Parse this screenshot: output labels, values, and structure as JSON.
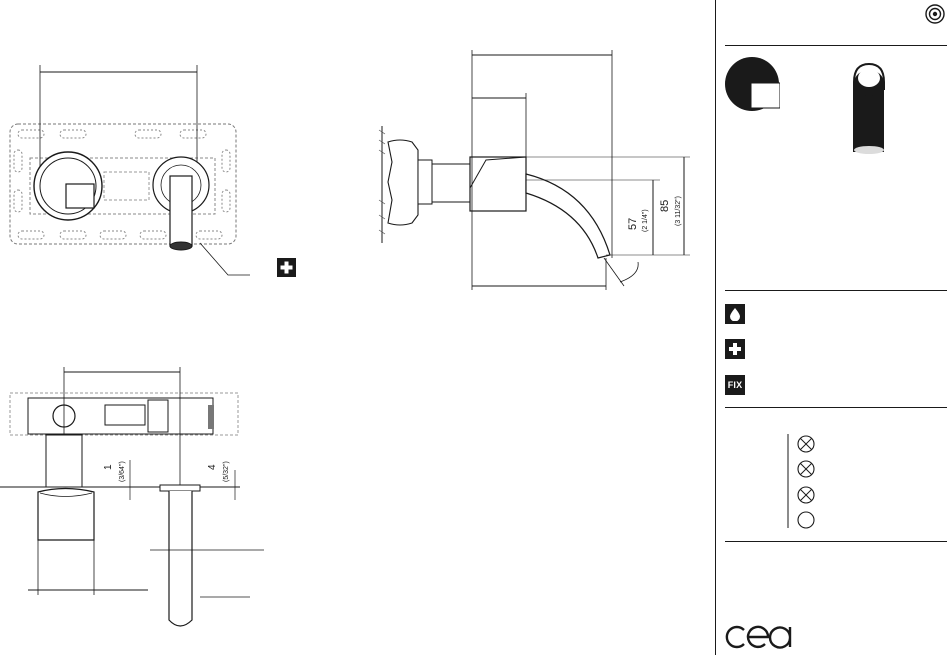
{
  "drawing": {
    "front_view": {
      "symbol": "plus-symbol-icon",
      "logo_mark": "cea"
    },
    "side_view": {
      "dim_57": "57",
      "dim_57_in": "(2 1/4\")",
      "dim_85": "85",
      "dim_85_in": "(3 11/32\")"
    },
    "top_view": {
      "dim_1": "1",
      "dim_1_in": "(3/64\")",
      "dim_4": "4",
      "dim_4_in": "(5/32\")"
    }
  },
  "panel": {
    "header_icon": "concentric-rings-icon",
    "thumbnails": [
      "valve-trim-thumbnail",
      "spout-thumbnail"
    ],
    "symbols": [
      {
        "icon": "water-drop-icon",
        "label": ""
      },
      {
        "icon": "plus-icon",
        "label": ""
      },
      {
        "icon": "fix-icon",
        "label": "FIX"
      }
    ],
    "valve_positions": [
      "closed",
      "closed",
      "closed",
      "open"
    ],
    "brand": "cea"
  }
}
